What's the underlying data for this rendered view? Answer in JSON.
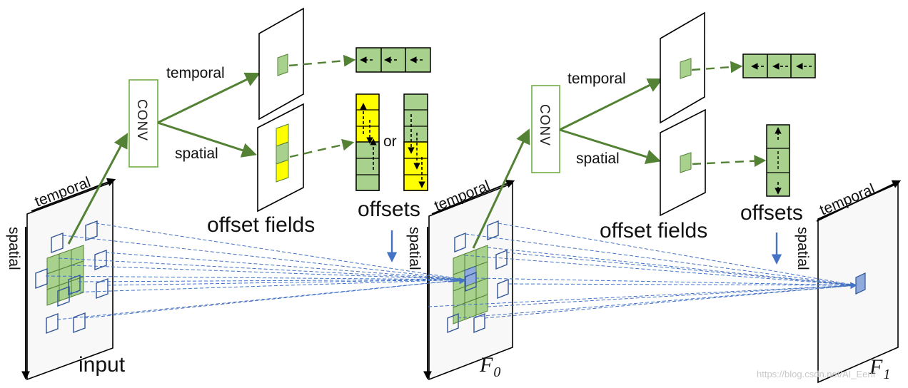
{
  "labels": {
    "temporal": "temporal",
    "spatial": "spatial",
    "conv": "CONV",
    "offset_fields": "offset fields",
    "offsets": "offsets",
    "or": "or",
    "input": "input",
    "f0_symbol": "F",
    "f0_subscript": "0",
    "f1_symbol": "F",
    "f1_subscript": "1"
  },
  "watermark": "https://blog.csdn.net/AI_Eenf",
  "colors": {
    "arrow_green": "#548235",
    "cell_green": "#a9d18e",
    "cell_yellow": "#ffff00",
    "sample_blue": "#8faadc",
    "kernel_outline": "#2f5597",
    "dash_blue": "#4472c4"
  }
}
